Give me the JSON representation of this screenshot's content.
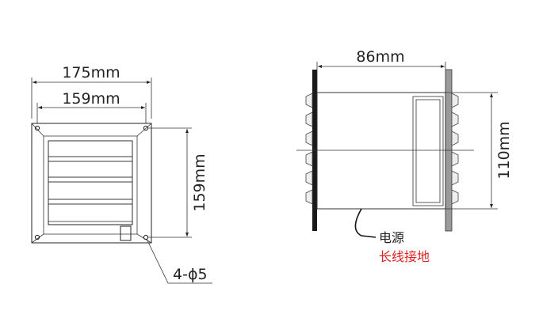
{
  "front_view": {
    "width_outer": "175mm",
    "width_inner": "159mm",
    "height": "159mm",
    "holes": "4-ϕ5"
  },
  "side_view": {
    "depth": "86mm",
    "height": "110mm",
    "cable_label": "电源",
    "ground_label": "长线接地"
  },
  "colors": {
    "line": "#222222",
    "accent_red": "#e0201f"
  }
}
